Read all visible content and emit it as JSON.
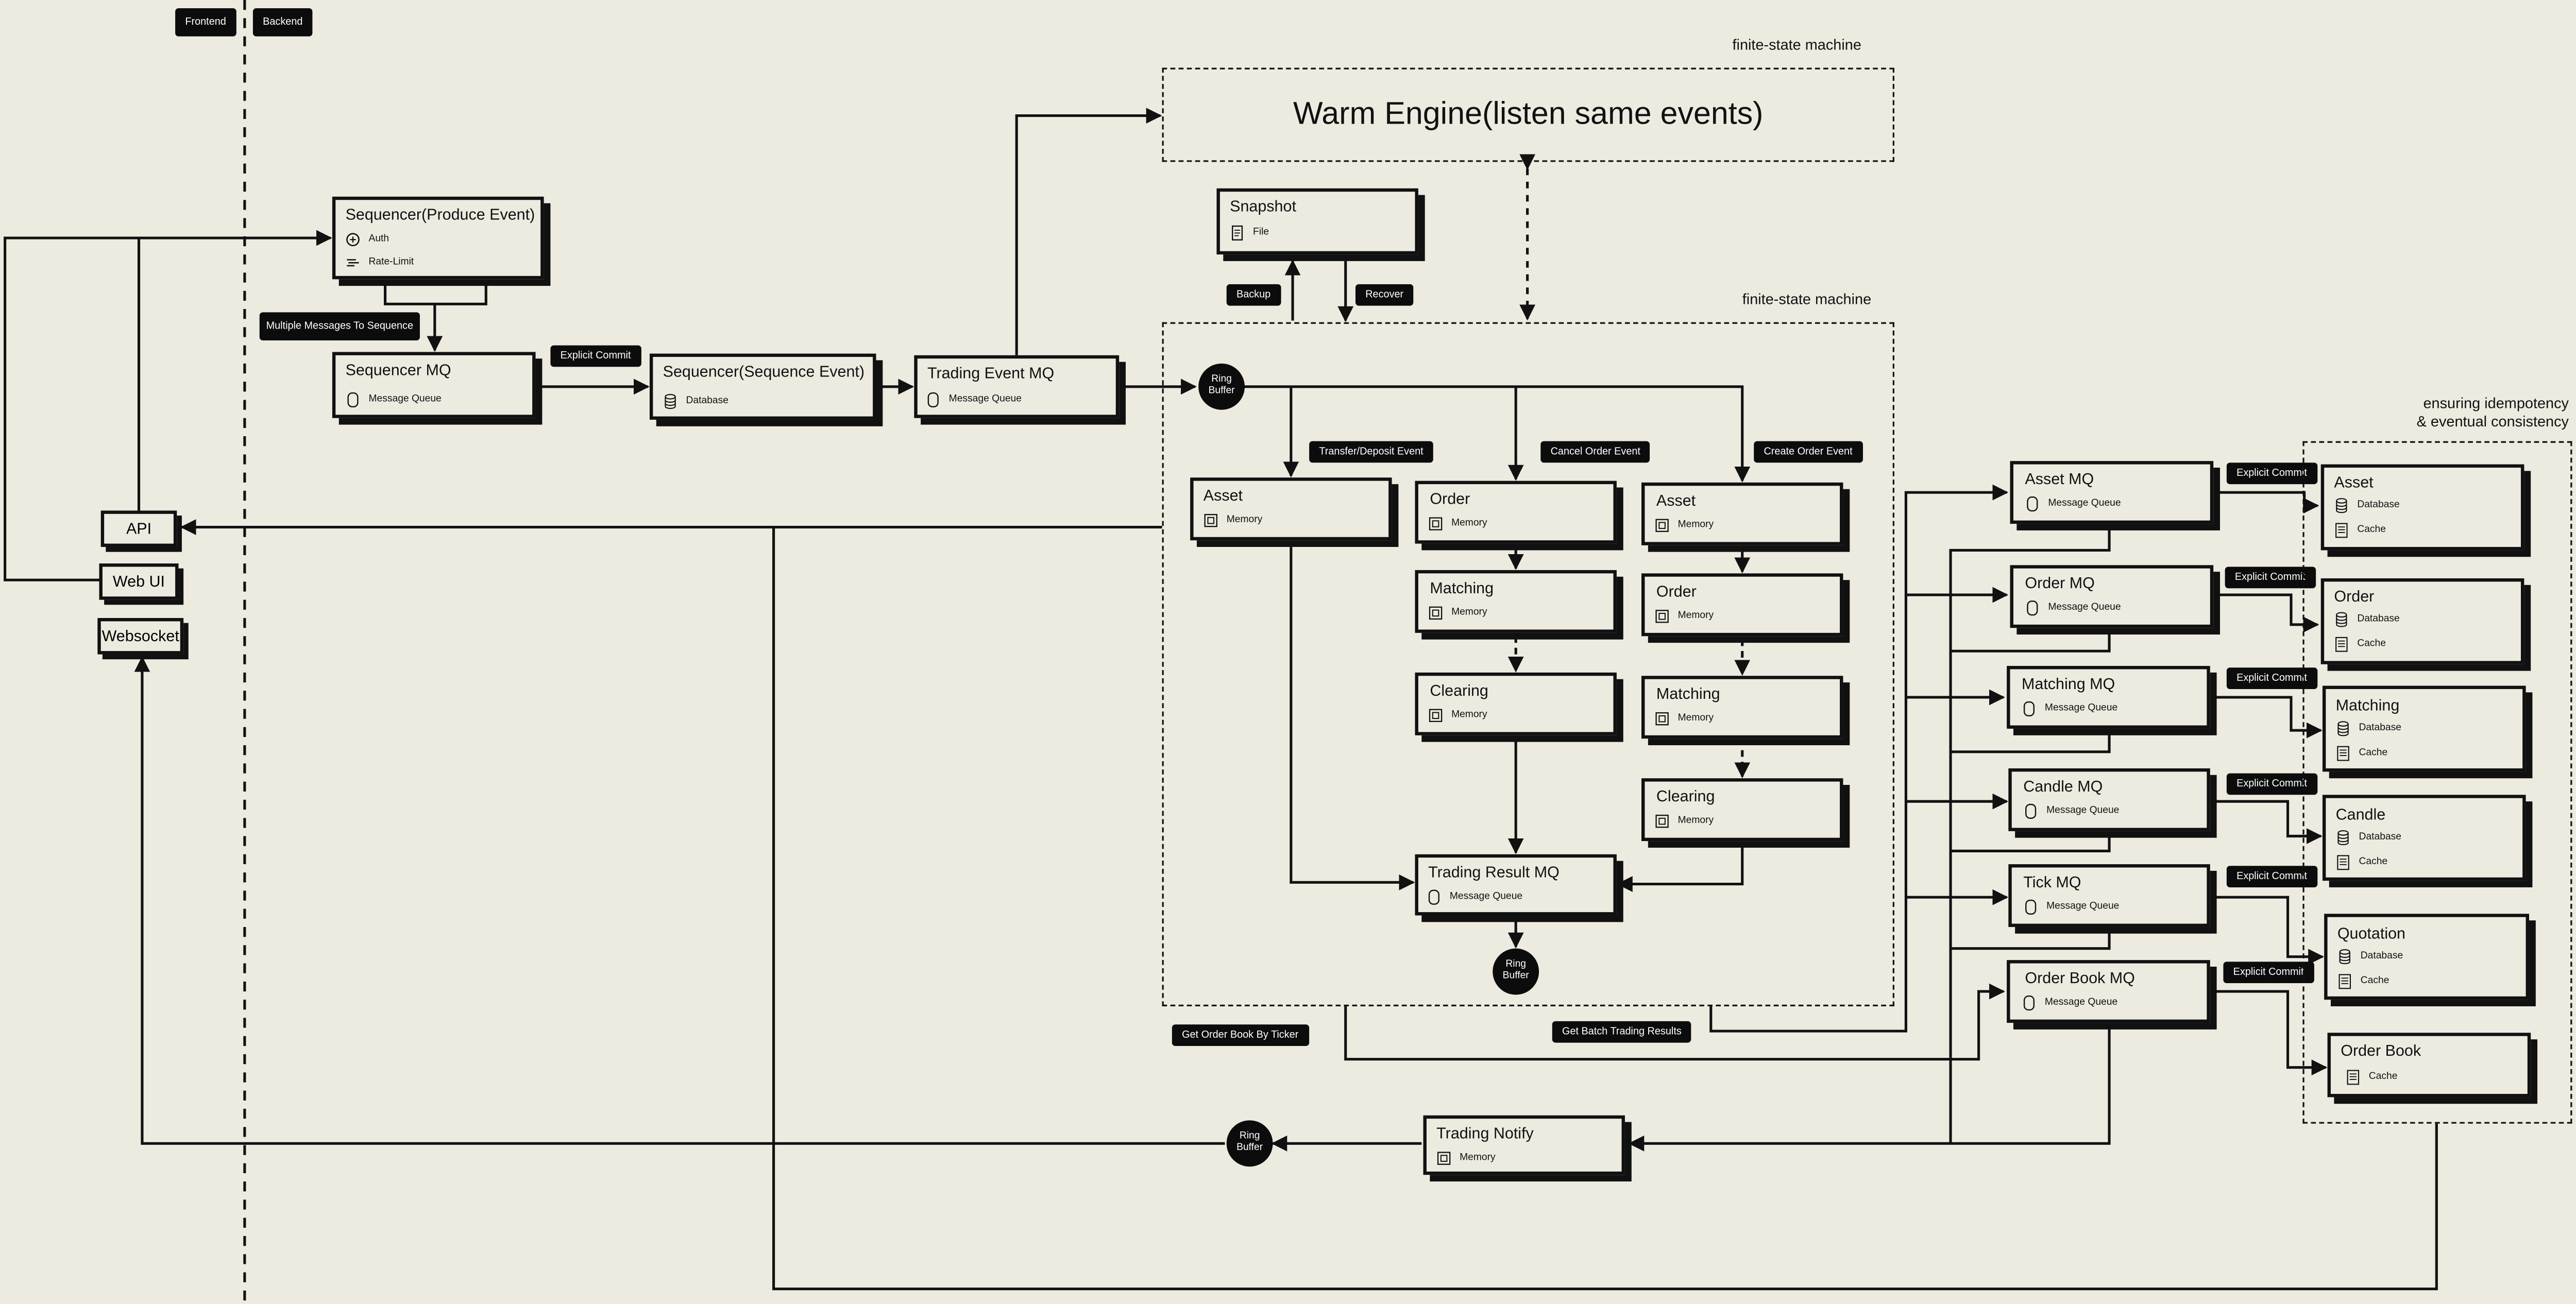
{
  "tags": {
    "frontend": "Frontend",
    "backend": "Backend"
  },
  "captions": {
    "fsm_warm": "finite-state machine",
    "fsm_main": "finite-state machine",
    "idempotency_line1": "ensuring idempotency",
    "idempotency_line2": "& eventual consistency"
  },
  "warm_engine": "Warm Engine(listen same events)",
  "client": {
    "api": "API",
    "webui": "Web UI",
    "websocket": "Websocket"
  },
  "sequencer_produce": {
    "title": "Sequencer(Produce Event)",
    "auth": "Auth",
    "rate_limit": "Rate-Limit"
  },
  "sequencer_mq": {
    "title": "Sequencer MQ",
    "sub": "Message Queue"
  },
  "sequencer_sequence": {
    "title": "Sequencer(Sequence Event)",
    "sub": "Database"
  },
  "trading_event_mq": {
    "title": "Trading Event MQ",
    "sub": "Message Queue"
  },
  "snapshot": {
    "title": "Snapshot",
    "sub": "File"
  },
  "ring_buffer": "Ring Buffer",
  "engine": {
    "asset_left": {
      "title": "Asset",
      "sub": "Memory"
    },
    "order_mid": {
      "title": "Order",
      "sub": "Memory"
    },
    "matching_mid": {
      "title": "Matching",
      "sub": "Memory"
    },
    "clearing_mid": {
      "title": "Clearing",
      "sub": "Memory"
    },
    "asset_right": {
      "title": "Asset",
      "sub": "Memory"
    },
    "order_right": {
      "title": "Order",
      "sub": "Memory"
    },
    "matching_right": {
      "title": "Matching",
      "sub": "Memory"
    },
    "clearing_right": {
      "title": "Clearing",
      "sub": "Memory"
    },
    "trading_result_mq": {
      "title": "Trading Result MQ",
      "sub": "Message Queue"
    }
  },
  "pills": {
    "multi_messages": "Multiple Messages To Sequence",
    "explicit_commit": "Explicit Commit",
    "backup": "Backup",
    "recover": "Recover",
    "transfer_deposit": "Transfer/Deposit Event",
    "cancel_order": "Cancel Order Event",
    "create_order": "Create Order Event",
    "get_order_book": "Get Order Book By Ticker",
    "get_batch": "Get Batch Trading Results"
  },
  "mqs": [
    {
      "title": "Asset MQ",
      "sub": "Message Queue"
    },
    {
      "title": "Order MQ",
      "sub": "Message Queue"
    },
    {
      "title": "Matching MQ",
      "sub": "Message Queue"
    },
    {
      "title": "Candle MQ",
      "sub": "Message Queue"
    },
    {
      "title": "Tick MQ",
      "sub": "Message Queue"
    },
    {
      "title": "Order Book MQ",
      "sub": "Message Queue"
    }
  ],
  "stores": [
    {
      "title": "Asset",
      "db": "Database",
      "cache": "Cache"
    },
    {
      "title": "Order",
      "db": "Database",
      "cache": "Cache"
    },
    {
      "title": "Matching",
      "db": "Database",
      "cache": "Cache"
    },
    {
      "title": "Candle",
      "db": "Database",
      "cache": "Cache"
    },
    {
      "title": "Quotation",
      "db": "Database",
      "cache": "Cache"
    },
    {
      "title": "Order Book",
      "cache": "Cache"
    }
  ],
  "trading_notify": {
    "title": "Trading Notify",
    "sub": "Memory"
  }
}
